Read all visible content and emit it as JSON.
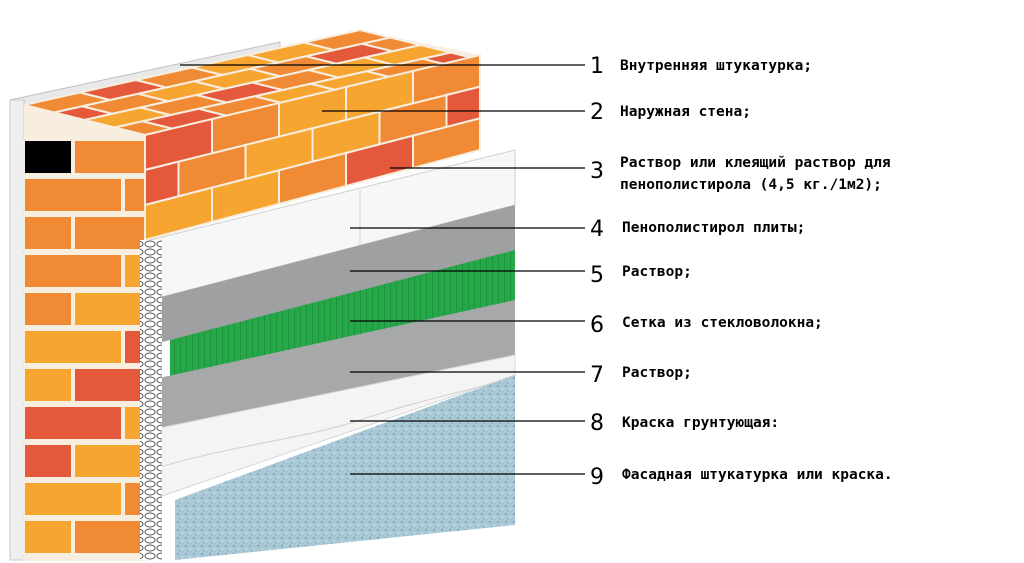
{
  "colors": {
    "brick_light": "#f6a531",
    "brick_mid": "#f08a35",
    "brick_dark": "#e4583c",
    "mortar": "#f7eee0",
    "foam": "#f7f7f7",
    "mortar_gray": "#9fa0a2",
    "mesh_green": "#25a847",
    "primer_white": "#f4f4f4",
    "facade_blue": "#a9c8d6"
  },
  "layers": [
    {
      "number": "1",
      "label": "Внутренняя штукатурка;"
    },
    {
      "number": "2",
      "label": "Наружная стена;"
    },
    {
      "number": "3",
      "label": "Раствор или клеящий раствор для",
      "label_line2": "пенополистирола (4,5 кг./1м2);"
    },
    {
      "number": "4",
      "label": "Пенополистирол плиты;"
    },
    {
      "number": "5",
      "label": "Раствор;"
    },
    {
      "number": "6",
      "label": "Сетка из стекловолокна;"
    },
    {
      "number": "7",
      "label": "Раствор;"
    },
    {
      "number": "8",
      "label": "Краска грунтующая:"
    },
    {
      "number": "9",
      "label": "Фасадная штукатурка или краска."
    }
  ]
}
